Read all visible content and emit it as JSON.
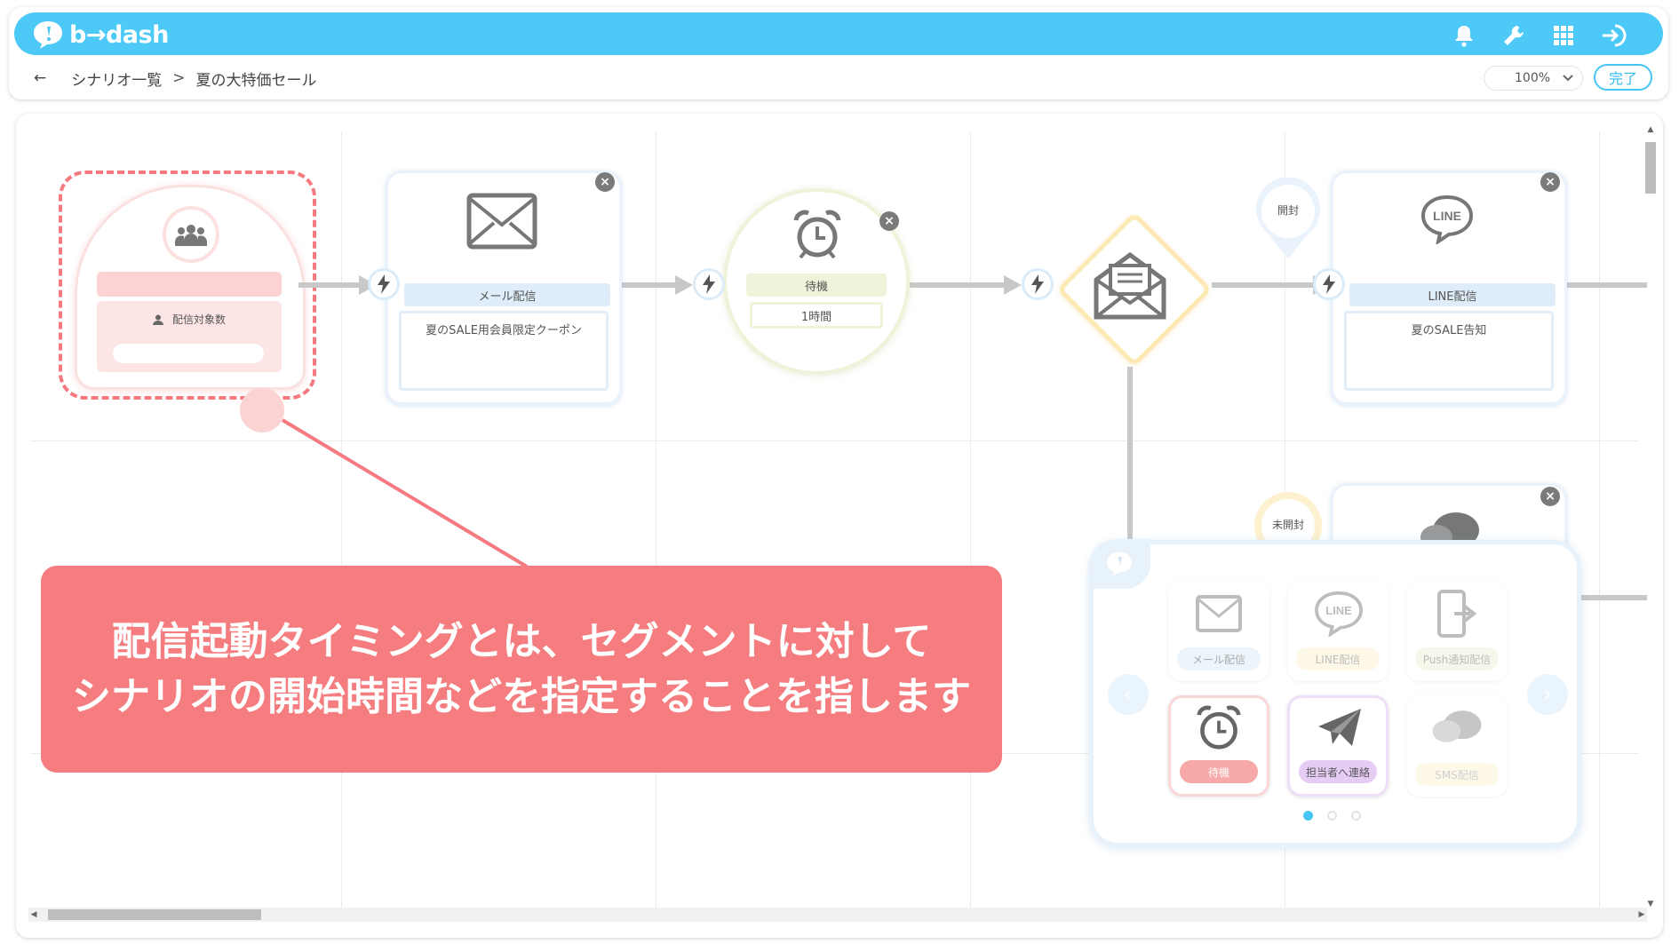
{
  "header": {
    "brand": "b→dash",
    "icons": [
      "bell-icon",
      "wrench-icon",
      "grid-icon",
      "logout-icon"
    ]
  },
  "breadcrumb": {
    "back": "←",
    "parent": "シナリオ一覧",
    "separator": ">",
    "current": "夏の大特価セール"
  },
  "zoom": {
    "value": "100%"
  },
  "done_button": "完了",
  "nodes": {
    "segment": {
      "label": "配信対象数"
    },
    "mail": {
      "header": "メール配信",
      "body": "夏のSALE用会員限定クーポン"
    },
    "wait": {
      "header": "待機",
      "value": "1時間"
    },
    "line": {
      "header": "LINE配信",
      "body": "夏のSALE告知",
      "icon_text": "LINE"
    },
    "branch_open": "開封",
    "branch_unopened": "未開封"
  },
  "callout": {
    "line1": "配信起動タイミングとは、セグメントに対して",
    "line2": "シナリオの開始時間などを指定することを指します"
  },
  "palette": {
    "items": [
      {
        "label": "メール配信",
        "icon": "mail-icon"
      },
      {
        "label": "LINE配信",
        "icon": "line-icon",
        "icon_text": "LINE"
      },
      {
        "label": "Push通知配信",
        "icon": "push-icon"
      },
      {
        "label": "待機",
        "icon": "alarm-clock-icon"
      },
      {
        "label": "担当者へ連絡",
        "icon": "paper-plane-icon"
      },
      {
        "label": "SMS配信",
        "icon": "sms-icon"
      }
    ],
    "active_page": 1,
    "pages": 3
  },
  "colors": {
    "header_bg": "#4cc9f7",
    "callout_bg": "#f57c7f",
    "segment_pink": "#f7a9a9",
    "wait_green": "#eef3da",
    "branch_yellow": "#fde9b4"
  }
}
